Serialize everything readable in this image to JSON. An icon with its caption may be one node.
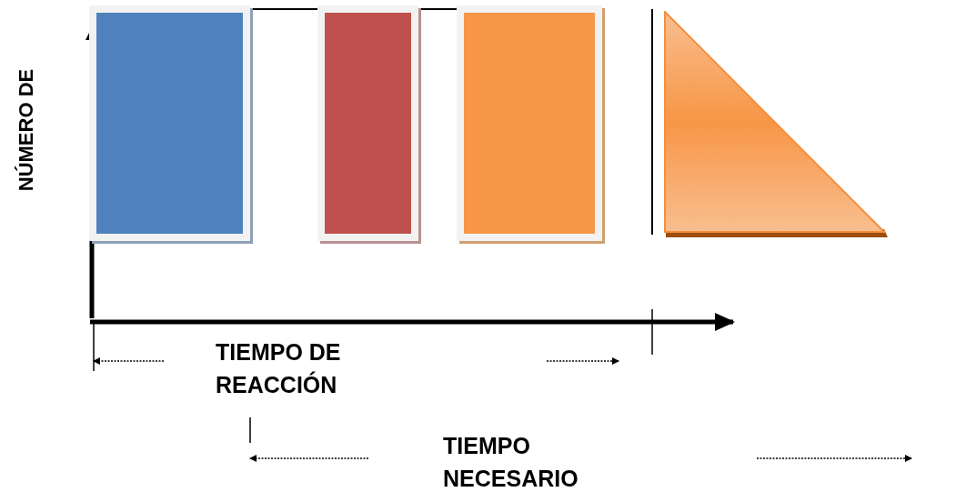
{
  "diagram": {
    "nodes": [
      {
        "text": [],
        "shape": "box"
      },
      {
        "text": [],
        "shape": "box"
      },
      {
        "text": [],
        "shape": "box"
      },
      {
        "text": [],
        "shape": "triangle"
      }
    ],
    "labels": [
      "NÚMERO DE",
      "TIEMPO DE REACCIÓN",
      "TIEMPO NECESARIO"
    ]
  }
}
